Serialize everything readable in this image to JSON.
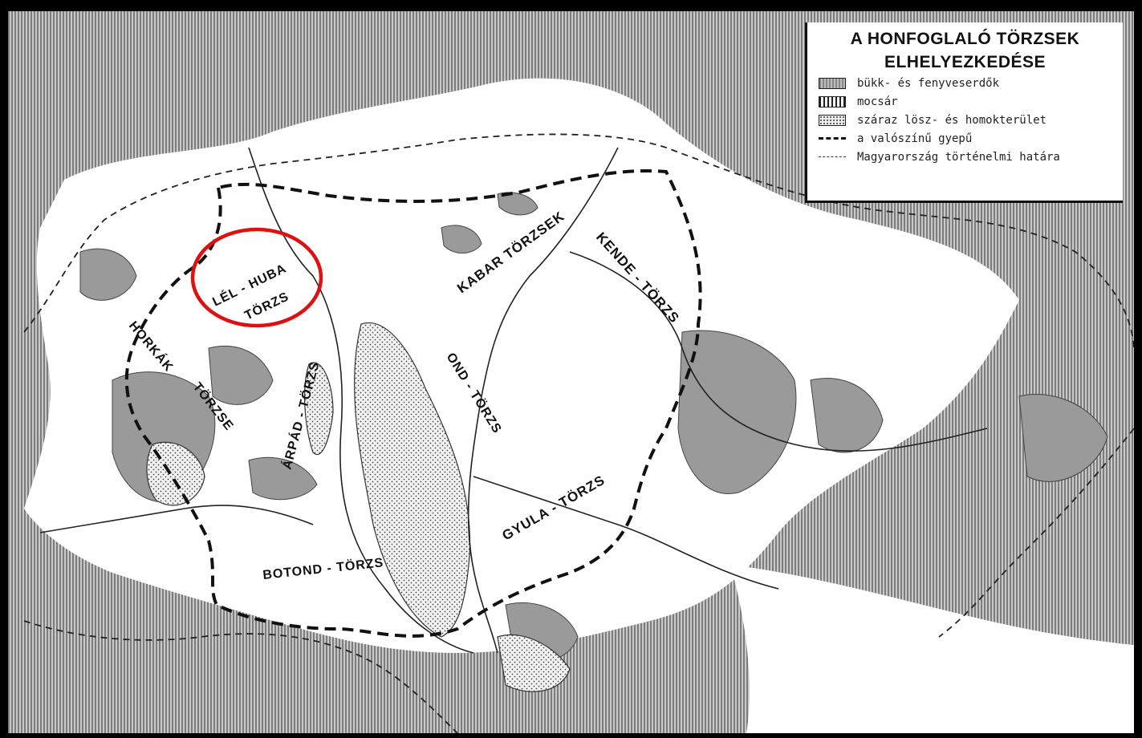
{
  "legend": {
    "title_line1": "A HONFOGLALÓ TÖRZSEK",
    "title_line2": "ELHELYEZKEDÉSE",
    "items": [
      {
        "label": "bükk- és fenyveserdők",
        "symbol": "forest-swatch"
      },
      {
        "label": "mocsár",
        "symbol": "marsh-swatch"
      },
      {
        "label": "száraz lösz- és homokterület",
        "symbol": "dry-swatch"
      },
      {
        "label": "a valószínű gyepű",
        "symbol": "thick-dashed-line"
      },
      {
        "label": "Magyarország történelmi határa",
        "symbol": "thin-dashed-line"
      }
    ]
  },
  "tribes": {
    "lel_huba_1": "LÉL - HUBA",
    "lel_huba_2": "TÖRZS",
    "kabar": "KABAR TÖRZSEK",
    "kende": "KENDE - TÖRZS",
    "horkak": "HORKÁK",
    "horkak_2": "TÖRZSE",
    "arpad": "ÁRPÁD - TÖRZS",
    "ond": "OND - TÖRZS",
    "gyula": "GYULA - TÖRZS",
    "botond": "BOTOND - TÖRZS"
  },
  "colors": {
    "background": "#000000",
    "paper": "#ffffff",
    "terrain": "#a0a0a0",
    "ink": "#111111",
    "highlight_circle": "#e01010"
  }
}
